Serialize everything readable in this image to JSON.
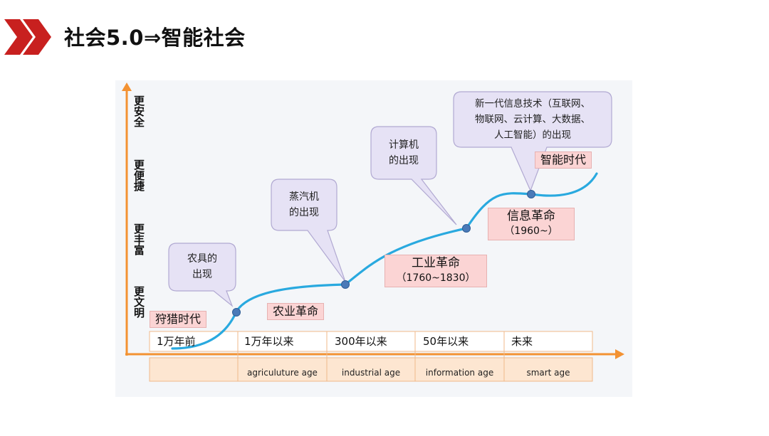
{
  "title": "社会5.0⇒智能社会",
  "colors": {
    "accent_red": "#c8201f",
    "axis_orange": "#f39232",
    "curve_blue": "#29a9df",
    "label_pink": "#fbd4d4",
    "bubble_lilac": "#e6e2f5"
  },
  "y_axis_labels": [
    "更安全",
    "更便捷",
    "更丰富",
    "更文明"
  ],
  "eras": {
    "hunting": "狩猎时代",
    "agriculture": "农业革命",
    "industrial": {
      "name": "工业革命",
      "years": "（1760~1830）"
    },
    "information": {
      "name": "信息革命",
      "years": "（1960~）"
    },
    "smart": "智能时代"
  },
  "bubbles": {
    "tools": [
      "农具的",
      "出现"
    ],
    "steam": [
      "蒸汽机",
      "的出现"
    ],
    "computer": [
      "计算机",
      "的出现"
    ],
    "internet": [
      "新一代信息技术（互联网、",
      "物联网、云计算、大数据、",
      "人工智能）的出现"
    ]
  },
  "timeline": [
    "1万年前",
    "1万年以来",
    "300年以来",
    "50年以来",
    "未来"
  ],
  "ages": [
    "",
    "agriculuture age",
    "industrial age",
    "information age",
    "smart age"
  ]
}
